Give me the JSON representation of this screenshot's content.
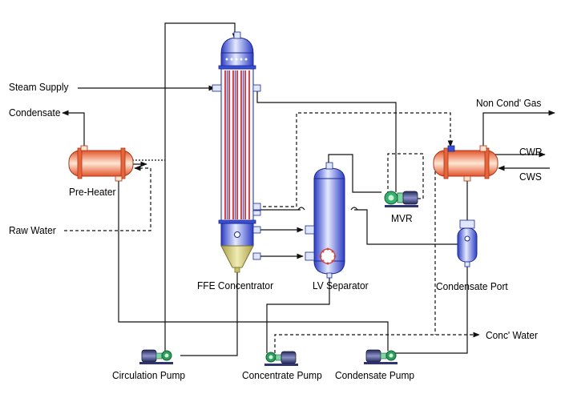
{
  "labels": {
    "steam_supply": "Steam Supply",
    "condensate": "Condensate",
    "pre_heater": "Pre-Heater",
    "raw_water": "Raw Water",
    "ffe_concentrator": "FFE Concentrator",
    "lv_separator": "LV Separator",
    "mvr": "MVR",
    "non_cond_gas": "Non Cond' Gas",
    "cwr": "CWR",
    "cws": "CWS",
    "condensate_port": "Condensate Port",
    "conc_water": "Conc' Water",
    "circulation_pump": "Circulation Pump",
    "concentrate_pump": "Concentrate Pump",
    "condensate_pump": "Condensate Pump"
  },
  "colors": {
    "vessel_blue": "#3a4fd8",
    "vessel_highlight": "#dfe6ff",
    "cone_olive": "#c9c06a",
    "heat_exchanger_orange": "#e8643a",
    "heat_exchanger_highlight": "#ffe3cf",
    "tube_red": "#d44848",
    "pump_blue": "#2f3470",
    "pump_green": "#2e9c5a",
    "mvr_green": "#33b06a",
    "line": "#111111"
  }
}
